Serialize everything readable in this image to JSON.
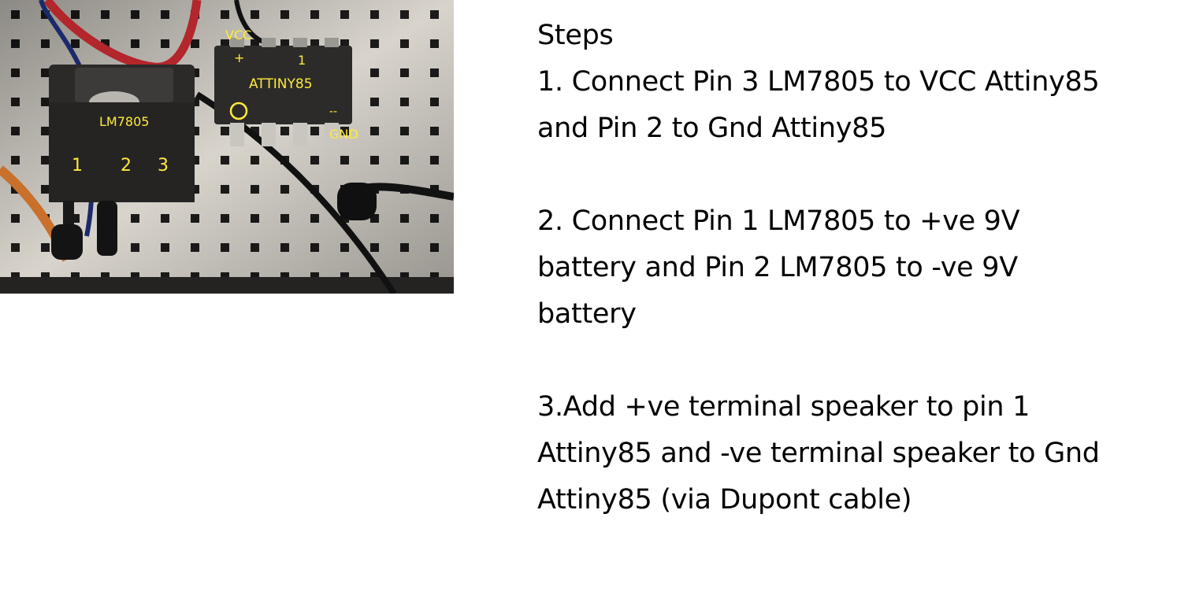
{
  "photo": {
    "labels": {
      "vcc": "VCC",
      "plus": "+",
      "pin_one_chip": "1",
      "chip_name": "ATTINY85",
      "minus": "--",
      "gnd": "GND",
      "regulator_name": "LM7805",
      "reg_pin_1": "1",
      "reg_pin_2": "2",
      "reg_pin_3": "3"
    },
    "annotation_color": "#ffeb3b"
  },
  "steps": {
    "title": "Steps",
    "step1_line1": "1. Connect Pin 3 LM7805 to VCC Attiny85",
    "step1_line2": "and Pin 2 to Gnd Attiny85",
    "step2_line1": "2. Connect Pin 1 LM7805 to +ve 9V",
    "step2_line2": "battery and Pin 2 LM7805 to -ve 9V",
    "step2_line3": "battery",
    "step3_line1": "3.Add +ve terminal speaker to pin 1",
    "step3_line2": "Attiny85 and -ve terminal speaker to Gnd",
    "step3_line3": "Attiny85 (via Dupont cable)"
  }
}
